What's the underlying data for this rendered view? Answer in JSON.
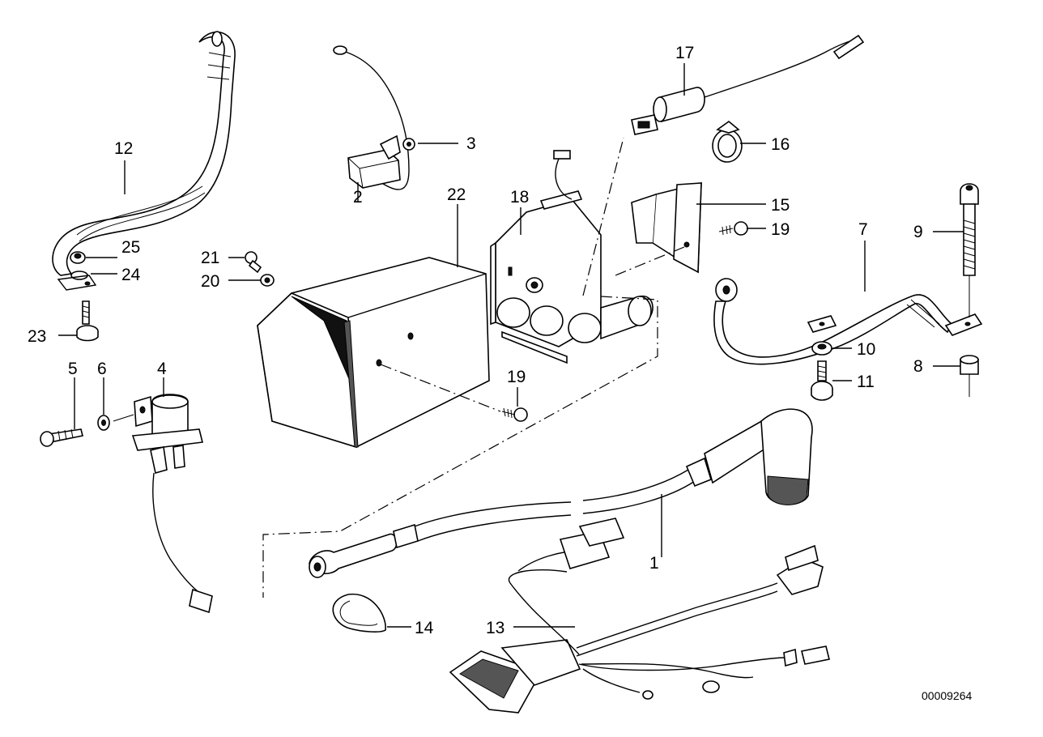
{
  "diagram": {
    "reference_number": "00009264",
    "callouts": [
      {
        "id": "c1",
        "label": "1"
      },
      {
        "id": "c2",
        "label": "2"
      },
      {
        "id": "c3",
        "label": "3"
      },
      {
        "id": "c4",
        "label": "4"
      },
      {
        "id": "c5",
        "label": "5"
      },
      {
        "id": "c6",
        "label": "6"
      },
      {
        "id": "c7",
        "label": "7"
      },
      {
        "id": "c8",
        "label": "8"
      },
      {
        "id": "c9",
        "label": "9"
      },
      {
        "id": "c10",
        "label": "10"
      },
      {
        "id": "c11",
        "label": "11"
      },
      {
        "id": "c12",
        "label": "12"
      },
      {
        "id": "c13",
        "label": "13"
      },
      {
        "id": "c14",
        "label": "14"
      },
      {
        "id": "c15",
        "label": "15"
      },
      {
        "id": "c16",
        "label": "16"
      },
      {
        "id": "c17",
        "label": "17"
      },
      {
        "id": "c18",
        "label": "18"
      },
      {
        "id": "c19a",
        "label": "19"
      },
      {
        "id": "c19b",
        "label": "19"
      },
      {
        "id": "c20",
        "label": "20"
      },
      {
        "id": "c21",
        "label": "21"
      },
      {
        "id": "c22",
        "label": "22"
      },
      {
        "id": "c23",
        "label": "23"
      },
      {
        "id": "c24",
        "label": "24"
      },
      {
        "id": "c25",
        "label": "25"
      }
    ]
  }
}
